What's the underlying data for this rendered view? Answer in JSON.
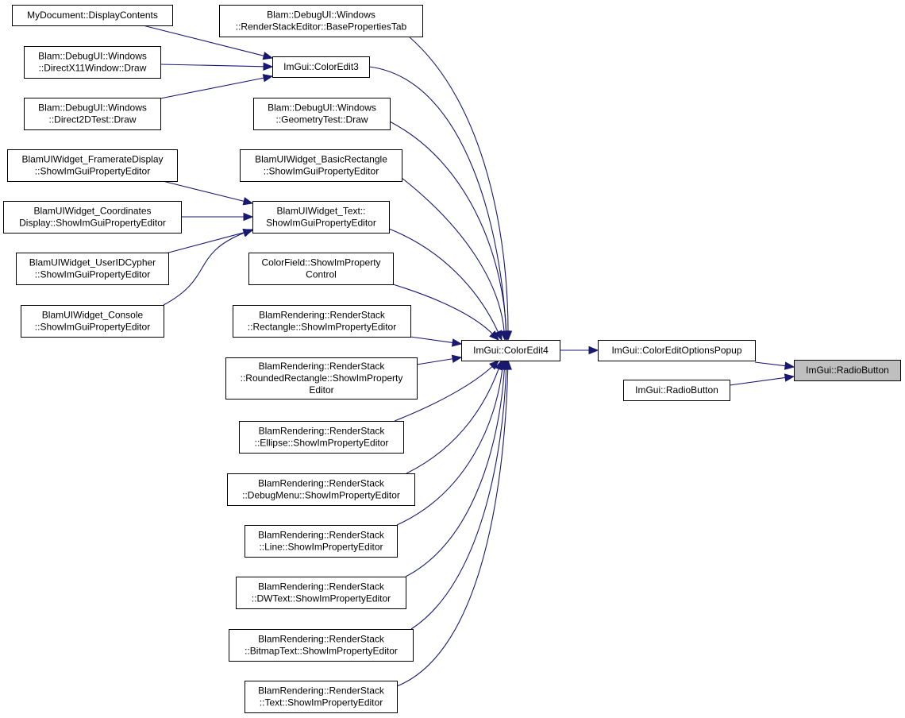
{
  "graph": {
    "kind": "caller graph",
    "colors": {
      "edge": "#191970",
      "node_border": "#000000",
      "node_fill": "#ffffff",
      "focus_fill": "#bfbfbf"
    },
    "nodes": {
      "radiobutton_main": {
        "lines": [
          "ImGui::RadioButton"
        ],
        "focus": true
      },
      "coloreditoptionspopup": {
        "lines": [
          "ImGui::ColorEditOptionsPopup"
        ]
      },
      "radiobutton_overload": {
        "lines": [
          "ImGui::RadioButton"
        ]
      },
      "coloredit4": {
        "lines": [
          "ImGui::ColorEdit4"
        ]
      },
      "coloredit3": {
        "lines": [
          "ImGui::ColorEdit3"
        ]
      },
      "mydocument": {
        "lines": [
          "MyDocument::DisplayContents"
        ]
      },
      "directx11": {
        "lines": [
          "Blam::DebugUI::Windows",
          "::DirectX11Window::Draw"
        ]
      },
      "direct2d": {
        "lines": [
          "Blam::DebugUI::Windows",
          "::Direct2DTest::Draw"
        ]
      },
      "basepropertiestab": {
        "lines": [
          "Blam::DebugUI::Windows",
          "::RenderStackEditor::BasePropertiesTab"
        ]
      },
      "geometrytest": {
        "lines": [
          "Blam::DebugUI::Windows",
          "::GeometryTest::Draw"
        ]
      },
      "basicrectangle": {
        "lines": [
          "BlamUIWidget_BasicRectangle",
          "::ShowImGuiPropertyEditor"
        ]
      },
      "text_widget": {
        "lines": [
          "BlamUIWidget_Text::",
          "ShowImGuiPropertyEditor"
        ]
      },
      "framerate": {
        "lines": [
          "BlamUIWidget_FramerateDisplay",
          "::ShowImGuiPropertyEditor"
        ]
      },
      "coordinates": {
        "lines": [
          "BlamUIWidget_Coordinates",
          "Display::ShowImGuiPropertyEditor"
        ]
      },
      "useridcypher": {
        "lines": [
          "BlamUIWidget_UserIDCypher",
          "::ShowImGuiPropertyEditor"
        ]
      },
      "console": {
        "lines": [
          "BlamUIWidget_Console",
          "::ShowImGuiPropertyEditor"
        ]
      },
      "colorfield": {
        "lines": [
          "ColorField::ShowImProperty",
          "Control"
        ]
      },
      "rs_rectangle": {
        "lines": [
          "BlamRendering::RenderStack",
          "::Rectangle::ShowImPropertyEditor"
        ]
      },
      "rs_roundedrect": {
        "lines": [
          "BlamRendering::RenderStack",
          "::RoundedRectangle::ShowImProperty",
          "Editor"
        ]
      },
      "rs_ellipse": {
        "lines": [
          "BlamRendering::RenderStack",
          "::Ellipse::ShowImPropertyEditor"
        ]
      },
      "rs_debugmenu": {
        "lines": [
          "BlamRendering::RenderStack",
          "::DebugMenu::ShowImPropertyEditor"
        ]
      },
      "rs_line": {
        "lines": [
          "BlamRendering::RenderStack",
          "::Line::ShowImPropertyEditor"
        ]
      },
      "rs_dwtext": {
        "lines": [
          "BlamRendering::RenderStack",
          "::DWText::ShowImPropertyEditor"
        ]
      },
      "rs_bitmaptext": {
        "lines": [
          "BlamRendering::RenderStack",
          "::BitmapText::ShowImPropertyEditor"
        ]
      },
      "rs_text": {
        "lines": [
          "BlamRendering::RenderStack",
          "::Text::ShowImPropertyEditor"
        ]
      }
    },
    "edges": [
      {
        "from": "coloreditoptionspopup",
        "to": "radiobutton_main"
      },
      {
        "from": "radiobutton_overload",
        "to": "radiobutton_main"
      },
      {
        "from": "coloredit4",
        "to": "coloreditoptionspopup"
      },
      {
        "from": "mydocument",
        "to": "coloredit3"
      },
      {
        "from": "directx11",
        "to": "coloredit3"
      },
      {
        "from": "direct2d",
        "to": "coloredit3"
      },
      {
        "from": "coloredit3",
        "to": "coloredit4"
      },
      {
        "from": "basepropertiestab",
        "to": "coloredit4"
      },
      {
        "from": "geometrytest",
        "to": "coloredit4"
      },
      {
        "from": "basicrectangle",
        "to": "coloredit4"
      },
      {
        "from": "text_widget",
        "to": "coloredit4"
      },
      {
        "from": "framerate",
        "to": "text_widget"
      },
      {
        "from": "coordinates",
        "to": "text_widget"
      },
      {
        "from": "useridcypher",
        "to": "text_widget"
      },
      {
        "from": "console",
        "to": "text_widget"
      },
      {
        "from": "colorfield",
        "to": "coloredit4"
      },
      {
        "from": "rs_rectangle",
        "to": "coloredit4"
      },
      {
        "from": "rs_roundedrect",
        "to": "coloredit4"
      },
      {
        "from": "rs_ellipse",
        "to": "coloredit4"
      },
      {
        "from": "rs_debugmenu",
        "to": "coloredit4"
      },
      {
        "from": "rs_line",
        "to": "coloredit4"
      },
      {
        "from": "rs_dwtext",
        "to": "coloredit4"
      },
      {
        "from": "rs_bitmaptext",
        "to": "coloredit4"
      },
      {
        "from": "rs_text",
        "to": "coloredit4"
      }
    ]
  }
}
